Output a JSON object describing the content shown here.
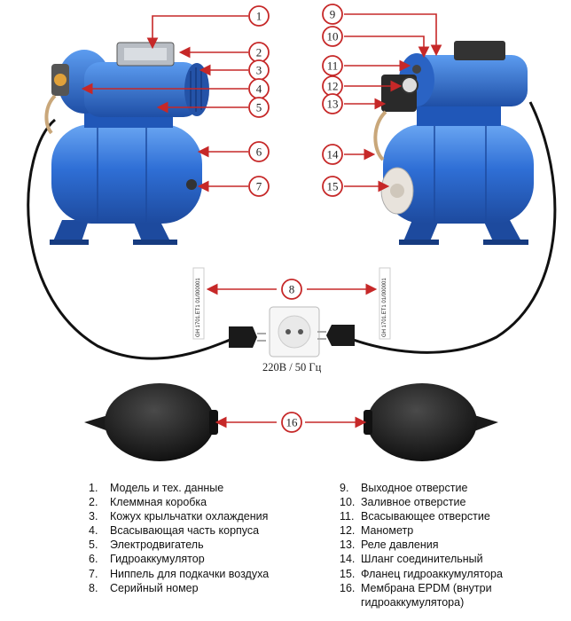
{
  "colors": {
    "callout": "#c62828",
    "pump_blue": "#2f6fd6",
    "tank_blue": "#3d7fe0",
    "cable": "#111111"
  },
  "callouts": [
    "1",
    "2",
    "3",
    "4",
    "5",
    "6",
    "7",
    "8",
    "9",
    "10",
    "11",
    "12",
    "13",
    "14",
    "15",
    "16"
  ],
  "voltage_label": "220В / 50 Гц",
  "serial_left": "GH 1701.ET1 01/000001",
  "serial_right": "GH 1701.ET1 01/000001",
  "legend_left": [
    {
      "num": "1.",
      "text": "Модель и тех. данные"
    },
    {
      "num": "2.",
      "text": "Клеммная коробка"
    },
    {
      "num": "3.",
      "text": "Кожух крыльчатки охлаждения"
    },
    {
      "num": "4.",
      "text": "Всасывающая часть корпуса"
    },
    {
      "num": "5.",
      "text": "Электродвигатель"
    },
    {
      "num": "6.",
      "text": "Гидроаккумулятор"
    },
    {
      "num": "7.",
      "text": "Ниппель для подкачки воздуха"
    },
    {
      "num": "8.",
      "text": "Серийный номер"
    }
  ],
  "legend_right": [
    {
      "num": "9.",
      "text": "Выходное отверстие"
    },
    {
      "num": "10.",
      "text": "Заливное отверстие"
    },
    {
      "num": "11.",
      "text": "Всасывающее отверстие"
    },
    {
      "num": "12.",
      "text": "Манометр"
    },
    {
      "num": "13.",
      "text": "Реле давления"
    },
    {
      "num": "14.",
      "text": "Шланг соединительный"
    },
    {
      "num": "15.",
      "text": "Фланец гидроаккумулятора"
    },
    {
      "num": "16.",
      "text": "Мембрана EPDM (внутри"
    }
  ],
  "legend_right_cont": "гидроаккумулятора)"
}
